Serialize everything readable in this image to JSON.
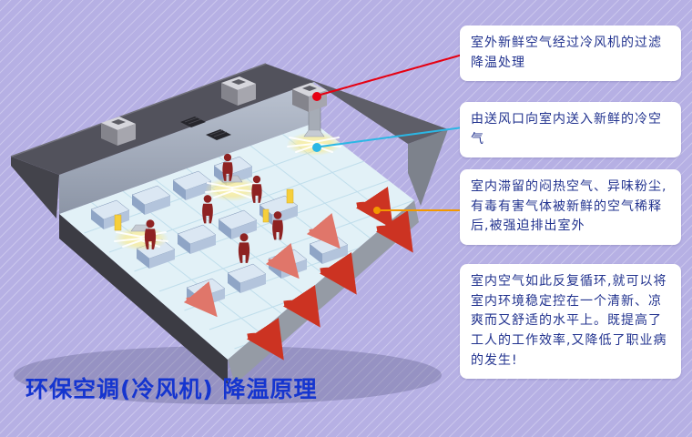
{
  "page": {
    "title": "环保空调(冷风机)  降温原理",
    "title_color": "#1535cf",
    "background_color": "#b6b0e4"
  },
  "callouts": [
    {
      "text": "室外新鲜空气经过冷风机的过滤降温处理",
      "connector_color": "#e60012"
    },
    {
      "text": "由送风口向室内送入新鲜的冷空气",
      "connector_color": "#2bb7e5"
    },
    {
      "text": "室内滞留的闷热空气、异味粉尘,有毒有害气体被新鲜的空气稀释后,被强迫排出室外",
      "connector_color": "#f39800"
    },
    {
      "text": "室内空气如此反复循环,就可以将室内环境稳定控在一个清新、凉爽而又舒适的水平上。既提高了工人的工作效率,又降低了职业病的发生!"
    }
  ],
  "illustration_colors": {
    "roof": "#52525c",
    "floor": "#e2f1f7",
    "exhaust_arrow": "#cc3322",
    "worker": "#8e2222",
    "cool_glow": "#ffe97a"
  }
}
